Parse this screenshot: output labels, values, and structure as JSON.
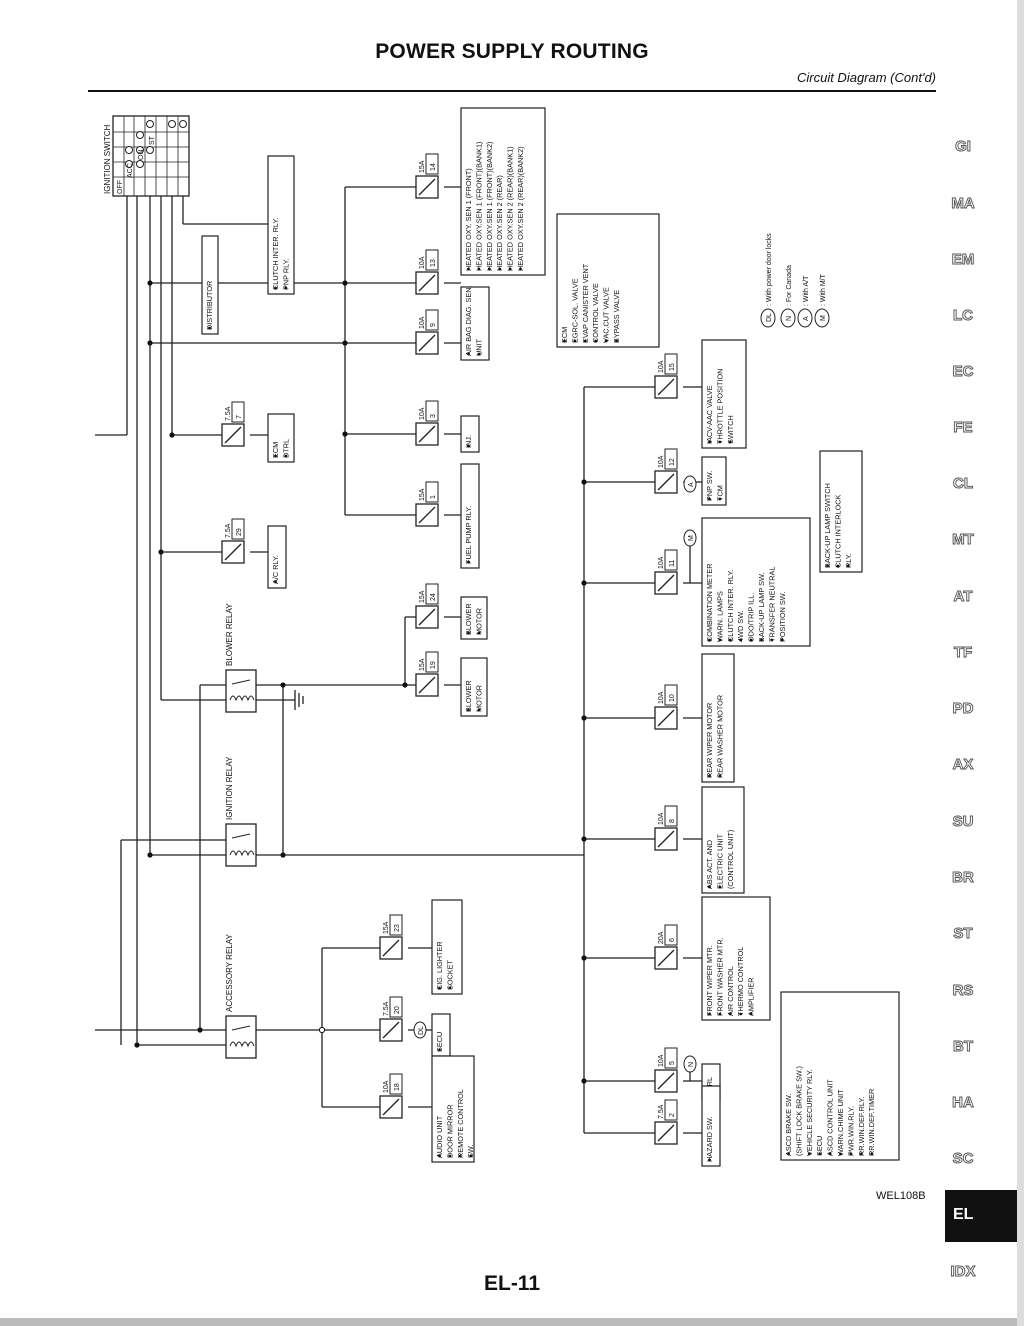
{
  "header": {
    "title": "POWER SUPPLY ROUTING",
    "subtitle": "Circuit Diagram (Cont'd)"
  },
  "footer": {
    "page": "EL-11",
    "ref_code": "WEL108B"
  },
  "nav": {
    "items": [
      "GI",
      "MA",
      "EM",
      "LC",
      "EC",
      "FE",
      "CL",
      "MT",
      "AT",
      "TF",
      "PD",
      "AX",
      "SU",
      "BR",
      "ST",
      "RS",
      "BT",
      "HA",
      "SC",
      "IDX"
    ],
    "active": "EL"
  },
  "ignition_switch": {
    "title": "IGNITION SWITCH",
    "positions": [
      "OFF",
      "ACC",
      "ON",
      "ST"
    ]
  },
  "relays": {
    "blower": "BLOWER RELAY",
    "ignition": "IGNITION RELAY",
    "accessory": "ACCESSORY RELAY"
  },
  "legend": [
    {
      "code": "DL",
      "text": ": With power door locks"
    },
    {
      "code": "N",
      "text": ": For Canada"
    },
    {
      "code": "A",
      "text": ": With A/T"
    },
    {
      "code": "M",
      "text": ": With M/T"
    }
  ],
  "fuses": [
    {
      "id": "f14",
      "amp": "15A",
      "num": "14"
    },
    {
      "id": "f13",
      "amp": "10A",
      "num": "13"
    },
    {
      "id": "f9",
      "amp": "10A",
      "num": "9"
    },
    {
      "id": "f3",
      "amp": "10A",
      "num": "3"
    },
    {
      "id": "f1",
      "amp": "15A",
      "num": "1"
    },
    {
      "id": "f7",
      "amp": "7.5A",
      "num": "7"
    },
    {
      "id": "f29",
      "amp": "7.5A",
      "num": "29"
    },
    {
      "id": "f24",
      "amp": "15A",
      "num": "24"
    },
    {
      "id": "f19",
      "amp": "15A",
      "num": "19"
    },
    {
      "id": "f15",
      "amp": "10A",
      "num": "15"
    },
    {
      "id": "f12",
      "amp": "10A",
      "num": "12"
    },
    {
      "id": "f11",
      "amp": "10A",
      "num": "11"
    },
    {
      "id": "f10",
      "amp": "10A",
      "num": "10"
    },
    {
      "id": "f8",
      "amp": "10A",
      "num": "8"
    },
    {
      "id": "f6",
      "amp": "20A",
      "num": "6"
    },
    {
      "id": "f5",
      "amp": "10A",
      "num": "5"
    },
    {
      "id": "f2",
      "amp": "7.5A",
      "num": "2"
    },
    {
      "id": "f23",
      "amp": "15A",
      "num": "23"
    },
    {
      "id": "f20",
      "amp": "7.5A",
      "num": "20"
    },
    {
      "id": "f18",
      "amp": "10A",
      "num": "18"
    }
  ],
  "loads": [
    {
      "id": "oxy",
      "lines": [
        "HEATED OXY. SEN 1 (FRONT)",
        "HEATED OXY.SEN 1 (FRONT)(BANK1)",
        "HEATED OXY.SEN 1 (FRONT)(BANK2)",
        "HEATED OXY.SEN 2 (REAR)",
        "HEATED OXY.SEN 2 (REAR)(BANK1)",
        "HEATED OXY.SEN 2 (REAR)(BANK2)"
      ]
    },
    {
      "id": "ecm",
      "lines": [
        "ECM",
        "EGRC-SOL. VALVE",
        "EVAP CANISTER VENT",
        "CONTROL VALVE",
        "VAC.CUT VALVE",
        "BYPASS VALVE"
      ]
    },
    {
      "id": "airbag",
      "lines": [
        "AIR BAG DIAG. SEN.",
        "UNIT"
      ]
    },
    {
      "id": "inj",
      "lines": [
        "INJ."
      ]
    },
    {
      "id": "fuelpump",
      "lines": [
        "FUEL PUMP RLY."
      ]
    },
    {
      "id": "dist",
      "lines": [
        "DISTRIBUTOR"
      ]
    },
    {
      "id": "clutch",
      "lines": [
        "CLUTCH INTER. RLY.",
        "PNP RLY."
      ]
    },
    {
      "id": "ecmdtrl",
      "lines": [
        "ECM",
        "DTRL"
      ]
    },
    {
      "id": "acrly",
      "lines": [
        "A/C RLY."
      ]
    },
    {
      "id": "blower24",
      "lines": [
        "BLOWER",
        "MOTOR"
      ]
    },
    {
      "id": "blower19",
      "lines": [
        "BLOWER",
        "MOTOR"
      ]
    },
    {
      "id": "iacv",
      "lines": [
        "IACV-AAC VALVE",
        "THROTTLE POSITION",
        "SWITCH"
      ]
    },
    {
      "id": "pnp",
      "lines": [
        "PNP SW.",
        "TCM"
      ]
    },
    {
      "id": "backup",
      "lines": [
        "BACK-UP LAMP SWITCH",
        "CLUTCH INTERLOCK",
        "RLY."
      ]
    },
    {
      "id": "combi",
      "lines": [
        "COMBINATION METER",
        "WARN. LAMPS",
        "CLUTCH INTER. RLY.",
        "4WD SW.",
        "ODO/TRIP ILL.",
        "BACK-UP LAMP SW.",
        "TRANSFER NEUTRAL",
        "POSITION SW."
      ]
    },
    {
      "id": "rearwiper",
      "lines": [
        "REAR WIPER MOTOR",
        "REAR WASHER MOTOR"
      ]
    },
    {
      "id": "abs",
      "lines": [
        "ABS ACT. AND",
        "ELECTRIC UNIT",
        "(CONTROL UNIT)"
      ]
    },
    {
      "id": "frontwiper",
      "lines": [
        "FRONT WIPER MTR.",
        "FRONT WASHER MTR.",
        "AIR CONTROL",
        "THERMO CONTROL",
        "AMPLIFIER"
      ]
    },
    {
      "id": "dtrl5",
      "lines": [
        "DTRL"
      ]
    },
    {
      "id": "ascd",
      "lines": [
        "ASCD BRAKE SW.",
        "(SHIFT LOCK BRAKE SW.)",
        "VEHICLE SECURITY RLY.",
        "SECU",
        "ASCD CONTROL UNIT",
        "WARN.CHIME UNIT",
        "PWR.WIN.RLY.",
        "RR.WIN.DEF.RLY.",
        "RR.WIN.DEF.TIMER"
      ]
    },
    {
      "id": "hazard",
      "lines": [
        "HAZARD SW."
      ]
    },
    {
      "id": "cig",
      "lines": [
        "CIG. LIGHTER",
        "SOCKET"
      ]
    },
    {
      "id": "secu",
      "lines": [
        "SECU"
      ]
    },
    {
      "id": "audio",
      "lines": [
        "AUDIO UNIT",
        "DOOR MIRROR",
        "REMOTE CONTROL",
        "SW."
      ]
    }
  ],
  "markers": {
    "dl": "DL",
    "a": "A",
    "m": "M",
    "n": "N"
  }
}
